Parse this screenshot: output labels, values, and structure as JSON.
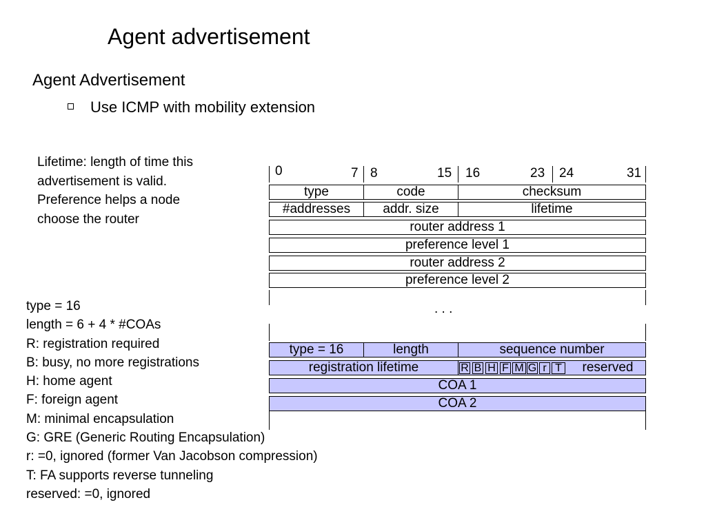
{
  "slide": {
    "title": "Agent advertisement",
    "heading": "Agent Advertisement",
    "bullet": "Use ICMP with mobility extension"
  },
  "notes": [
    "Lifetime: length of time this",
    "advertisement is valid.",
    "Preference helps a node",
    "choose the router"
  ],
  "legend": [
    "type = 16",
    "length = 6 + 4 * #COAs",
    "R: registration required",
    "B: busy, no more registrations",
    "H: home agent",
    "F: foreign agent",
    "M: minimal encapsulation",
    "G: GRE (Generic Routing Encapsulation)",
    "r: =0, ignored (former Van Jacobson compression)",
    "T: FA supports reverse tunneling",
    "reserved: =0, ignored"
  ],
  "diagram": {
    "bits": [
      "0",
      "7",
      "8",
      "15",
      "16",
      "23",
      "24",
      "31"
    ],
    "icmp_row1": [
      "type",
      "code",
      "checksum"
    ],
    "icmp_row2": [
      "#addresses",
      "addr. size",
      "lifetime"
    ],
    "icmp_rows": [
      "router address 1",
      "preference level 1",
      "router address 2",
      "preference level 2"
    ],
    "ellipsis": ". . .",
    "ext_row1": [
      "type = 16",
      "length",
      "sequence number"
    ],
    "ext_row2_label": "registration lifetime",
    "flags": [
      "R",
      "B",
      "H",
      "F",
      "M",
      "G",
      "r",
      "T"
    ],
    "ext_row2_reserved": "reserved",
    "coa_rows": [
      "COA 1",
      "COA 2"
    ]
  },
  "colors": {
    "extension_fill": "#c8c8ff",
    "line": "#000000"
  }
}
